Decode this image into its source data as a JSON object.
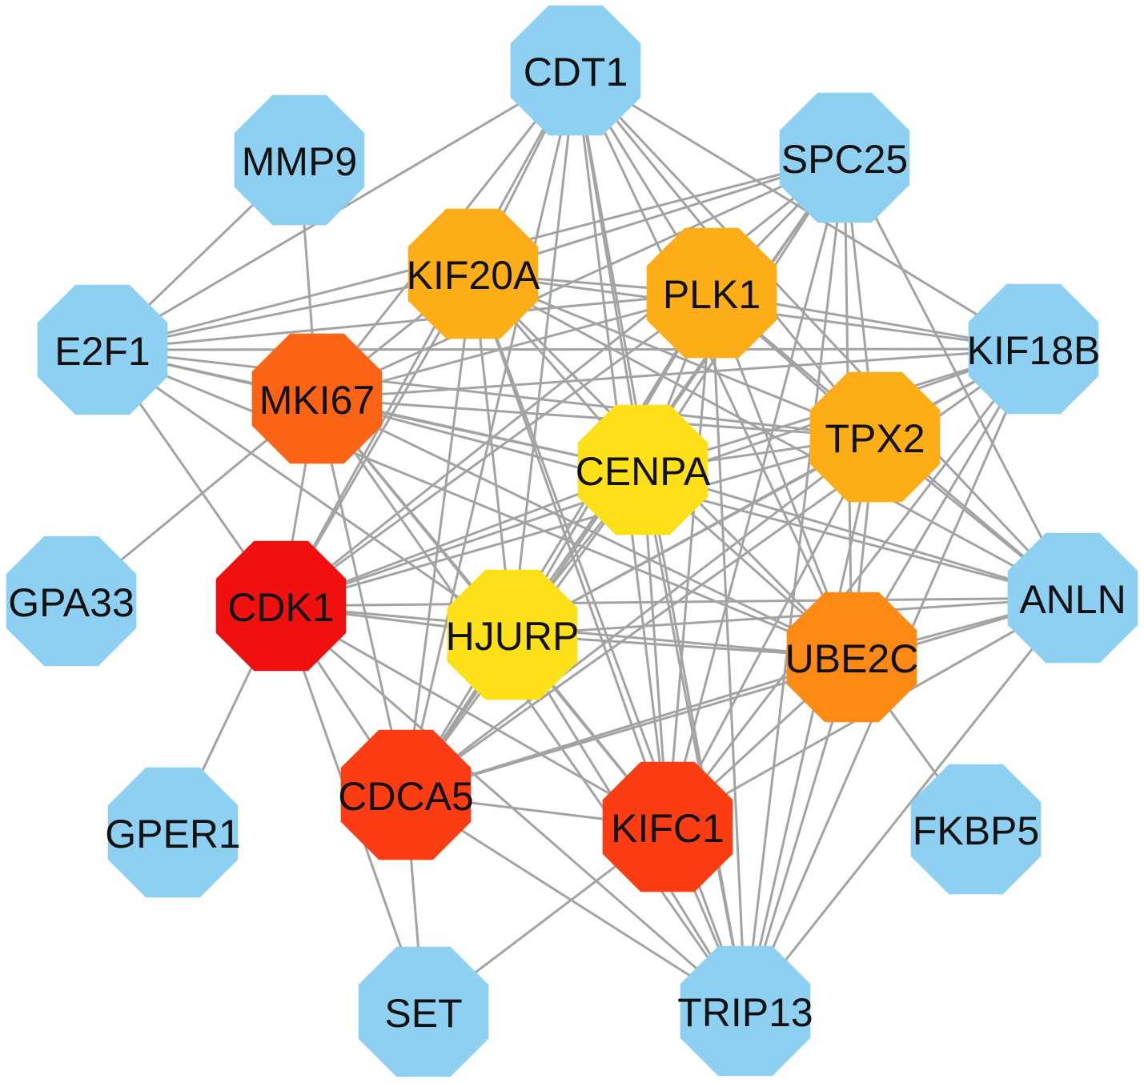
{
  "network": {
    "colors": {
      "edge": "#a3a3a3",
      "peripheral": "#8dd0f2",
      "CDK1": "#f01010",
      "CDCA5": "#fc3c12",
      "KIFC1": "#fc3c12",
      "MKI67": "#fb6414",
      "UBE2C": "#fd8a14",
      "KIF20A": "#fdae17",
      "PLK1": "#fdae17",
      "TPX2": "#fdae17",
      "CENPA": "#fde018",
      "HJURP": "#fde018"
    },
    "nodes": [
      {
        "id": "CDT1",
        "label": "CDT1",
        "tier": "peripheral"
      },
      {
        "id": "MMP9",
        "label": "MMP9",
        "tier": "peripheral"
      },
      {
        "id": "SPC25",
        "label": "SPC25",
        "tier": "peripheral"
      },
      {
        "id": "E2F1",
        "label": "E2F1",
        "tier": "peripheral"
      },
      {
        "id": "KIF18B",
        "label": "KIF18B",
        "tier": "peripheral"
      },
      {
        "id": "GPA33",
        "label": "GPA33",
        "tier": "peripheral"
      },
      {
        "id": "ANLN",
        "label": "ANLN",
        "tier": "peripheral"
      },
      {
        "id": "GPER1",
        "label": "GPER1",
        "tier": "peripheral"
      },
      {
        "id": "FKBP5",
        "label": "FKBP5",
        "tier": "peripheral"
      },
      {
        "id": "SET",
        "label": "SET",
        "tier": "peripheral"
      },
      {
        "id": "TRIP13",
        "label": "TRIP13",
        "tier": "peripheral"
      },
      {
        "id": "KIF20A",
        "label": "KIF20A",
        "tier": "KIF20A"
      },
      {
        "id": "PLK1",
        "label": "PLK1",
        "tier": "PLK1"
      },
      {
        "id": "MKI67",
        "label": "MKI67",
        "tier": "MKI67"
      },
      {
        "id": "TPX2",
        "label": "TPX2",
        "tier": "TPX2"
      },
      {
        "id": "CENPA",
        "label": "CENPA",
        "tier": "CENPA"
      },
      {
        "id": "CDK1",
        "label": "CDK1",
        "tier": "CDK1"
      },
      {
        "id": "HJURP",
        "label": "HJURP",
        "tier": "HJURP"
      },
      {
        "id": "UBE2C",
        "label": "UBE2C",
        "tier": "UBE2C"
      },
      {
        "id": "CDCA5",
        "label": "CDCA5",
        "tier": "CDCA5"
      },
      {
        "id": "KIFC1",
        "label": "KIFC1",
        "tier": "KIFC1"
      }
    ],
    "edges": [
      [
        "CDT1",
        "E2F1"
      ],
      [
        "CDT1",
        "KIF20A"
      ],
      [
        "CDT1",
        "PLK1"
      ],
      [
        "CDT1",
        "TPX2"
      ],
      [
        "CDT1",
        "CENPA"
      ],
      [
        "CDT1",
        "CDK1"
      ],
      [
        "CDT1",
        "HJURP"
      ],
      [
        "CDT1",
        "UBE2C"
      ],
      [
        "CDT1",
        "CDCA5"
      ],
      [
        "CDT1",
        "KIFC1"
      ],
      [
        "CDT1",
        "TRIP13"
      ],
      [
        "CDT1",
        "MKI67"
      ],
      [
        "CDT1",
        "KIF18B"
      ],
      [
        "CDT1",
        "ANLN"
      ],
      [
        "MMP9",
        "E2F1"
      ],
      [
        "MMP9",
        "MKI67"
      ],
      [
        "SPC25",
        "KIF20A"
      ],
      [
        "SPC25",
        "PLK1"
      ],
      [
        "SPC25",
        "TPX2"
      ],
      [
        "SPC25",
        "CENPA"
      ],
      [
        "SPC25",
        "CDK1"
      ],
      [
        "SPC25",
        "HJURP"
      ],
      [
        "SPC25",
        "UBE2C"
      ],
      [
        "SPC25",
        "CDCA5"
      ],
      [
        "SPC25",
        "KIFC1"
      ],
      [
        "SPC25",
        "TRIP13"
      ],
      [
        "SPC25",
        "MKI67"
      ],
      [
        "SPC25",
        "ANLN"
      ],
      [
        "SPC25",
        "E2F1"
      ],
      [
        "E2F1",
        "KIF20A"
      ],
      [
        "E2F1",
        "PLK1"
      ],
      [
        "E2F1",
        "TPX2"
      ],
      [
        "E2F1",
        "CENPA"
      ],
      [
        "E2F1",
        "CDK1"
      ],
      [
        "E2F1",
        "MKI67"
      ],
      [
        "E2F1",
        "KIF18B"
      ],
      [
        "E2F1",
        "UBE2C"
      ],
      [
        "E2F1",
        "HJURP"
      ],
      [
        "KIF18B",
        "KIF20A"
      ],
      [
        "KIF18B",
        "PLK1"
      ],
      [
        "KIF18B",
        "TPX2"
      ],
      [
        "KIF18B",
        "CENPA"
      ],
      [
        "KIF18B",
        "CDK1"
      ],
      [
        "KIF18B",
        "HJURP"
      ],
      [
        "KIF18B",
        "UBE2C"
      ],
      [
        "KIF18B",
        "CDCA5"
      ],
      [
        "KIF18B",
        "KIFC1"
      ],
      [
        "KIF18B",
        "TRIP13"
      ],
      [
        "KIF18B",
        "MKI67"
      ],
      [
        "GPA33",
        "MKI67"
      ],
      [
        "ANLN",
        "KIF20A"
      ],
      [
        "ANLN",
        "PLK1"
      ],
      [
        "ANLN",
        "TPX2"
      ],
      [
        "ANLN",
        "CENPA"
      ],
      [
        "ANLN",
        "CDK1"
      ],
      [
        "ANLN",
        "HJURP"
      ],
      [
        "ANLN",
        "UBE2C"
      ],
      [
        "ANLN",
        "CDCA5"
      ],
      [
        "ANLN",
        "KIFC1"
      ],
      [
        "ANLN",
        "TRIP13"
      ],
      [
        "ANLN",
        "MKI67"
      ],
      [
        "GPER1",
        "CDK1"
      ],
      [
        "FKBP5",
        "UBE2C"
      ],
      [
        "SET",
        "CDCA5"
      ],
      [
        "SET",
        "KIFC1"
      ],
      [
        "SET",
        "CDK1"
      ],
      [
        "TRIP13",
        "KIF20A"
      ],
      [
        "TRIP13",
        "PLK1"
      ],
      [
        "TRIP13",
        "TPX2"
      ],
      [
        "TRIP13",
        "CENPA"
      ],
      [
        "TRIP13",
        "CDK1"
      ],
      [
        "TRIP13",
        "HJURP"
      ],
      [
        "TRIP13",
        "UBE2C"
      ],
      [
        "TRIP13",
        "CDCA5"
      ],
      [
        "TRIP13",
        "KIFC1"
      ],
      [
        "TRIP13",
        "MKI67"
      ],
      [
        "KIF20A",
        "PLK1"
      ],
      [
        "KIF20A",
        "TPX2"
      ],
      [
        "KIF20A",
        "CENPA"
      ],
      [
        "KIF20A",
        "CDK1"
      ],
      [
        "KIF20A",
        "HJURP"
      ],
      [
        "KIF20A",
        "UBE2C"
      ],
      [
        "KIF20A",
        "CDCA5"
      ],
      [
        "KIF20A",
        "KIFC1"
      ],
      [
        "KIF20A",
        "MKI67"
      ],
      [
        "PLK1",
        "TPX2"
      ],
      [
        "PLK1",
        "CENPA"
      ],
      [
        "PLK1",
        "CDK1"
      ],
      [
        "PLK1",
        "HJURP"
      ],
      [
        "PLK1",
        "UBE2C"
      ],
      [
        "PLK1",
        "CDCA5"
      ],
      [
        "PLK1",
        "KIFC1"
      ],
      [
        "PLK1",
        "MKI67"
      ],
      [
        "MKI67",
        "TPX2"
      ],
      [
        "MKI67",
        "CENPA"
      ],
      [
        "MKI67",
        "CDK1"
      ],
      [
        "MKI67",
        "HJURP"
      ],
      [
        "MKI67",
        "UBE2C"
      ],
      [
        "MKI67",
        "CDCA5"
      ],
      [
        "MKI67",
        "KIFC1"
      ],
      [
        "TPX2",
        "CENPA"
      ],
      [
        "TPX2",
        "CDK1"
      ],
      [
        "TPX2",
        "HJURP"
      ],
      [
        "TPX2",
        "UBE2C"
      ],
      [
        "TPX2",
        "CDCA5"
      ],
      [
        "TPX2",
        "KIFC1"
      ],
      [
        "CENPA",
        "CDK1"
      ],
      [
        "CENPA",
        "HJURP"
      ],
      [
        "CENPA",
        "UBE2C"
      ],
      [
        "CENPA",
        "CDCA5"
      ],
      [
        "CENPA",
        "KIFC1"
      ],
      [
        "CDK1",
        "HJURP"
      ],
      [
        "CDK1",
        "UBE2C"
      ],
      [
        "CDK1",
        "CDCA5"
      ],
      [
        "CDK1",
        "KIFC1"
      ],
      [
        "HJURP",
        "UBE2C"
      ],
      [
        "HJURP",
        "CDCA5"
      ],
      [
        "HJURP",
        "KIFC1"
      ],
      [
        "UBE2C",
        "CDCA5"
      ],
      [
        "UBE2C",
        "KIFC1"
      ],
      [
        "CDCA5",
        "KIFC1"
      ]
    ]
  }
}
